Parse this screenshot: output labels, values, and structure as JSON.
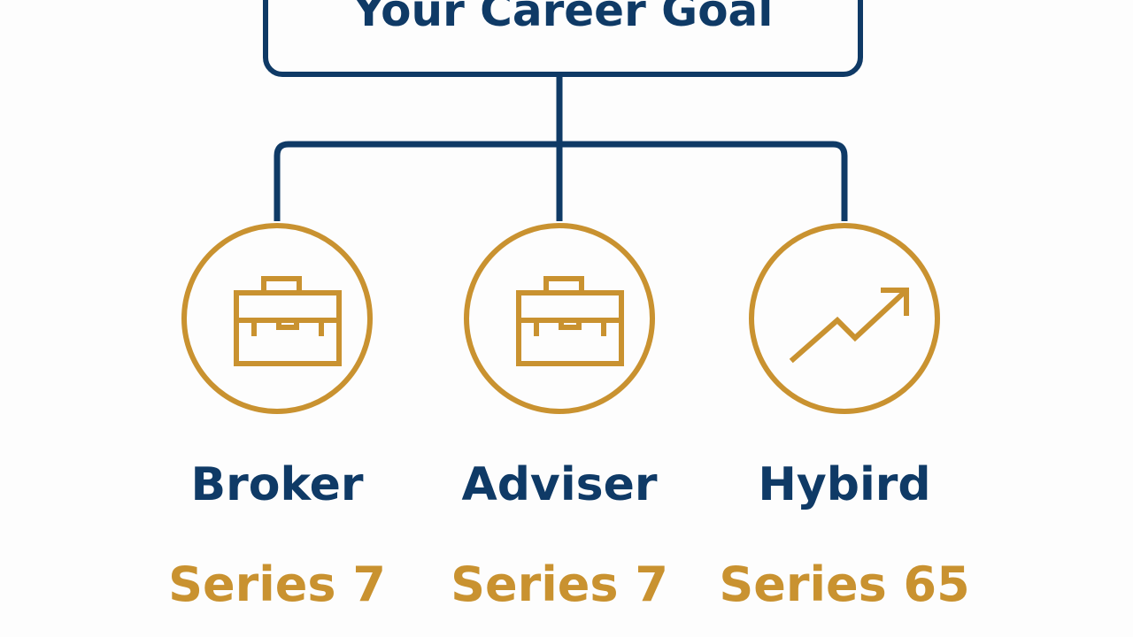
{
  "goal": {
    "title": "Your Career Goal"
  },
  "paths": [
    {
      "role": "Broker",
      "series": "Series 7",
      "icon": "briefcase-icon"
    },
    {
      "role": "Adviser",
      "series": "Series 7",
      "icon": "briefcase-icon"
    },
    {
      "role": "Hybird",
      "series": "Series 65",
      "icon": "trend-up-icon"
    }
  ],
  "colors": {
    "navy": "#0f3a66",
    "gold": "#c99230",
    "background": "#fdfdfd"
  }
}
